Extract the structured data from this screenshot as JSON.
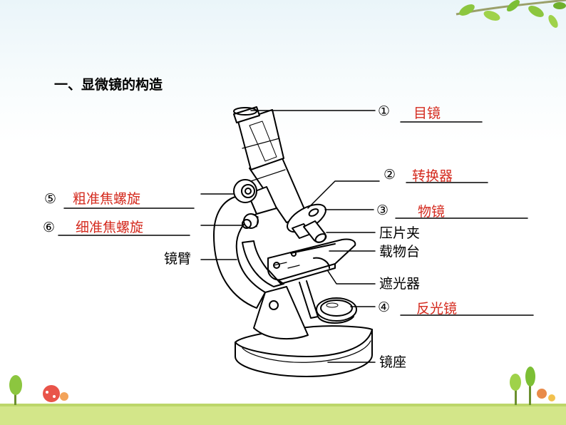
{
  "title": "一、显微镜的构造",
  "labels": {
    "n1": "①",
    "a1": "目镜",
    "n2": "②",
    "a2": "转换器",
    "n3": "③",
    "a3": "物镜",
    "n4": "④",
    "a4": "反光镜",
    "n5": "⑤",
    "a5": "粗准焦螺旋",
    "n6": "⑥",
    "a6": "细准焦螺旋",
    "yapianjia": "压片夹",
    "zaiwutai": "载物台",
    "zheguangqi": "遮光器",
    "jingbi": "镜臂",
    "jingzuo": "镜座"
  },
  "colors": {
    "answer": "#d42a1e",
    "grass": "#c8e07a",
    "leaf": "#8cc63f"
  }
}
